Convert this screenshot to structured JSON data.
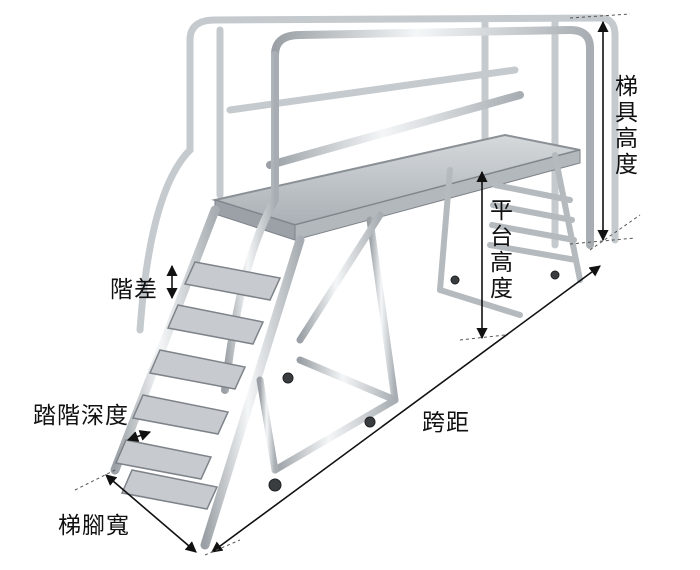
{
  "labels": {
    "ladder_height": "梯具高度",
    "platform_height": "平台高度",
    "step_rise": "階差",
    "tread_depth": "踏階深度",
    "span": "跨距",
    "foot_width": "梯腳寬"
  },
  "colors": {
    "metal_light": "#e9ecee",
    "metal_mid": "#b9bec2",
    "metal_dark": "#7d8389",
    "tread": "#c7cbcf",
    "dimension_line": "#111111"
  }
}
